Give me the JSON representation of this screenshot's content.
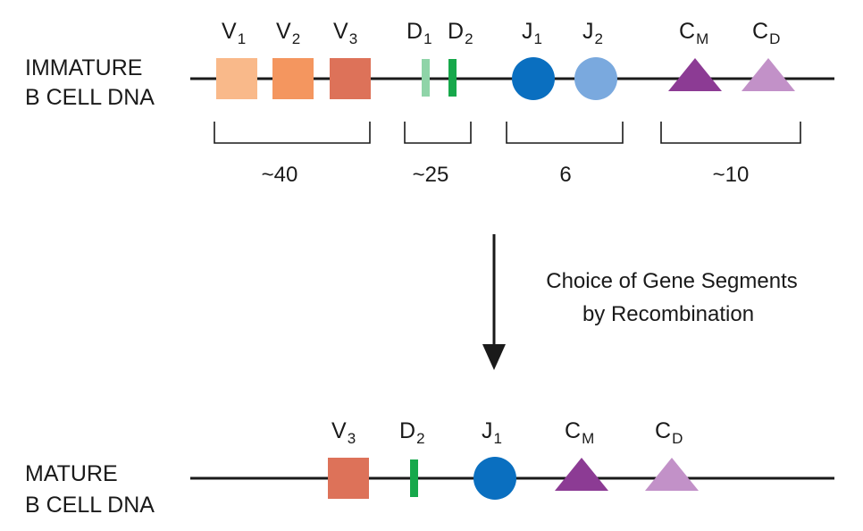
{
  "colors": {
    "v1": "#f9b98a",
    "v2": "#f4965f",
    "v3": "#dd7259",
    "d1": "#8fd4a8",
    "d2": "#17a84b",
    "j1": "#0a6fc0",
    "j2": "#7aa9de",
    "cm": "#8c3b94",
    "cd": "#c291c8",
    "line": "#1a1a1a"
  },
  "immature": {
    "label_line1": "IMMATURE",
    "label_line2": "B CELL DNA",
    "segments": {
      "v1": {
        "main": "V",
        "sub": "1"
      },
      "v2": {
        "main": "V",
        "sub": "2"
      },
      "v3": {
        "main": "V",
        "sub": "3"
      },
      "d1": {
        "main": "D",
        "sub": "1"
      },
      "d2": {
        "main": "D",
        "sub": "2"
      },
      "j1": {
        "main": "J",
        "sub": "1"
      },
      "j2": {
        "main": "J",
        "sub": "2"
      },
      "cm": {
        "main": "C",
        "sub": "M"
      },
      "cd": {
        "main": "C",
        "sub": "D"
      }
    },
    "counts": {
      "v": "~40",
      "d": "~25",
      "j": "6",
      "c": "~10"
    }
  },
  "recombination": {
    "caption_line1": "Choice of Gene Segments",
    "caption_line2": "by Recombination"
  },
  "mature": {
    "label_line1": "MATURE",
    "label_line2": "B CELL DNA",
    "segments": {
      "v3": {
        "main": "V",
        "sub": "3"
      },
      "d2": {
        "main": "D",
        "sub": "2"
      },
      "j1": {
        "main": "J",
        "sub": "1"
      },
      "cm": {
        "main": "C",
        "sub": "M"
      },
      "cd": {
        "main": "C",
        "sub": "D"
      }
    }
  }
}
